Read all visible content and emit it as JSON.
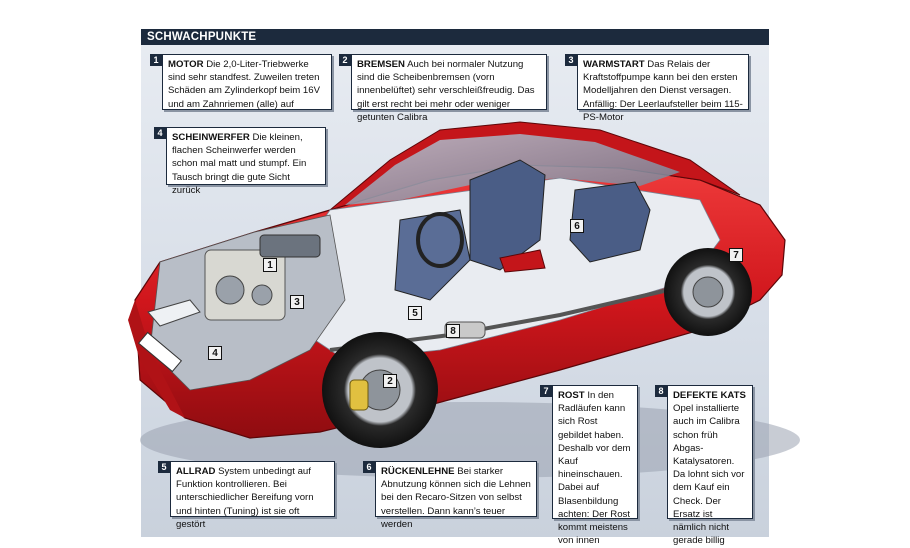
{
  "header": {
    "title": "SCHWACHPUNKTE"
  },
  "callouts": [
    {
      "num": "1",
      "keyword": "MOTOR",
      "text": " Die 2,0-Liter-Triebwerke sind sehr standfest. Zuweilen treten Schäden am Zylinderkopf beim 16V und am Zahnriemen (alle) auf"
    },
    {
      "num": "2",
      "keyword": "BREMSEN",
      "text": " Auch bei normaler Nutzung sind die Scheibenbremsen (vorn innenbelüftet) sehr verschleißfreudig. Das gilt erst recht bei mehr oder weniger getunten Calibra"
    },
    {
      "num": "3",
      "keyword": "WARMSTART",
      "text": " Das Relais der Kraftstoffpumpe kann bei den ersten Modelljahren den Dienst versagen. Anfällig: Der Leerlaufsteller beim 115-PS-Motor"
    },
    {
      "num": "4",
      "keyword": "SCHEINWERFER",
      "text": " Die kleinen, flachen Scheinwerfer werden schon mal matt und stumpf. Ein Tausch bringt die gute Sicht zurück"
    },
    {
      "num": "5",
      "keyword": "ALLRAD",
      "text": " System unbedingt auf Funktion kontrollieren. Bei unterschiedlicher Bereifung vorn und hinten (Tuning) ist sie oft gestört"
    },
    {
      "num": "6",
      "keyword": "RÜCKENLEHNE",
      "text": " Bei starker Abnutzung können sich die Lehnen bei den Recaro-Sitzen von selbst verstellen. Dann kann’s teuer werden"
    },
    {
      "num": "7",
      "keyword": "ROST",
      "text": " In den Radläufen kann sich Rost gebildet haben. Deshalb vor dem Kauf hineinschauen. Dabei auf Blasenbildung achten: Der Rost kommt meistens von innen"
    },
    {
      "num": "8",
      "keyword": "DEFEKTE KATS",
      "text": " Opel installierte auch im Calibra schon früh Abgas-Katalysatoren. Da lohnt sich vor dem Kauf ein Check. Der Ersatz ist nämlich nicht gerade billig"
    }
  ],
  "markers": [
    "1",
    "2",
    "3",
    "4",
    "5",
    "6",
    "7",
    "8"
  ],
  "illustration": {
    "body_color": "#d0161c",
    "accent": "#1c2a3d"
  }
}
